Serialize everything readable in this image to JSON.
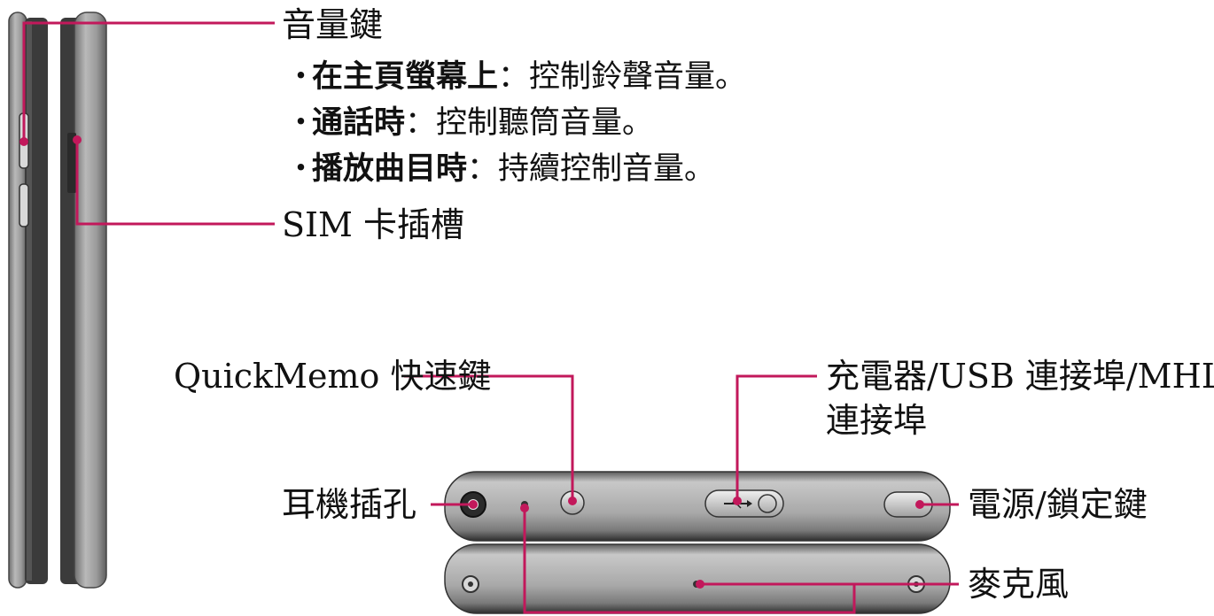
{
  "colors": {
    "accent": "#c2185b",
    "device_body": "#9c9c9c",
    "device_dark": "#3a3a3a"
  },
  "labels": {
    "volume_key": "音量鍵",
    "volume_items": [
      {
        "bold": "在主頁螢幕上",
        "rest": "：控制鈴聲音量。"
      },
      {
        "bold": "通話時",
        "rest": "：控制聽筒音量。"
      },
      {
        "bold": "播放曲目時",
        "rest": "：持續控制音量。"
      }
    ],
    "bullet": "・",
    "sim_slot": "SIM 卡插槽",
    "quickmemo_key": "QuickMemo 快速鍵",
    "charger_port_line1": "充電器/USB 連接埠/MHL",
    "charger_port_line2": "連接埠",
    "headset_jack": "耳機插孔",
    "power_lock_key": "電源/鎖定鍵",
    "microphone": "麥克風"
  },
  "icons": {
    "usb": "usb-icon"
  }
}
